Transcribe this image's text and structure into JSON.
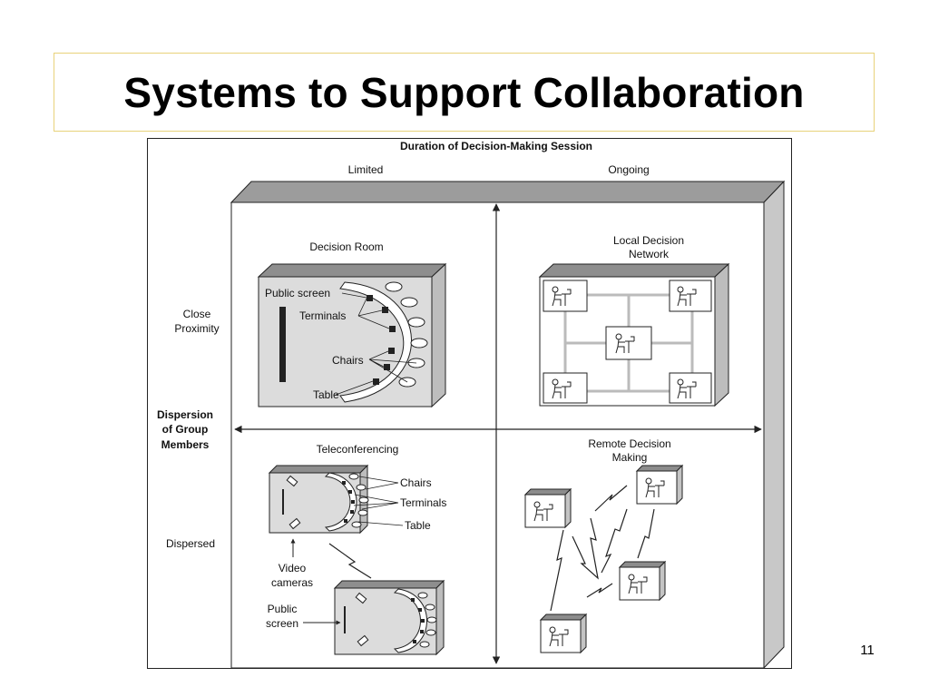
{
  "slide": {
    "title": "Systems to Support Collaboration",
    "page_number": "11"
  },
  "diagram": {
    "axis_top": "Duration of Decision-Making Session",
    "col_limited": "Limited",
    "col_ongoing": "Ongoing",
    "axis_left_line1": "Dispersion",
    "axis_left_line2": "of Group",
    "axis_left_line3": "Members",
    "row_close_line1": "Close",
    "row_close_line2": "Proximity",
    "row_dispersed": "Dispersed",
    "decision_room": {
      "title": "Decision Room",
      "public_screen": "Public screen",
      "terminals": "Terminals",
      "chairs": "Chairs",
      "table": "Table"
    },
    "local_network": {
      "title_line1": "Local Decision",
      "title_line2": "Network"
    },
    "teleconferencing": {
      "title": "Teleconferencing",
      "chairs": "Chairs",
      "terminals": "Terminals",
      "table": "Table",
      "video_line1": "Video",
      "video_line2": "cameras",
      "public_line1": "Public",
      "public_line2": "screen"
    },
    "remote": {
      "title_line1": "Remote Decision",
      "title_line2": "Making"
    }
  }
}
